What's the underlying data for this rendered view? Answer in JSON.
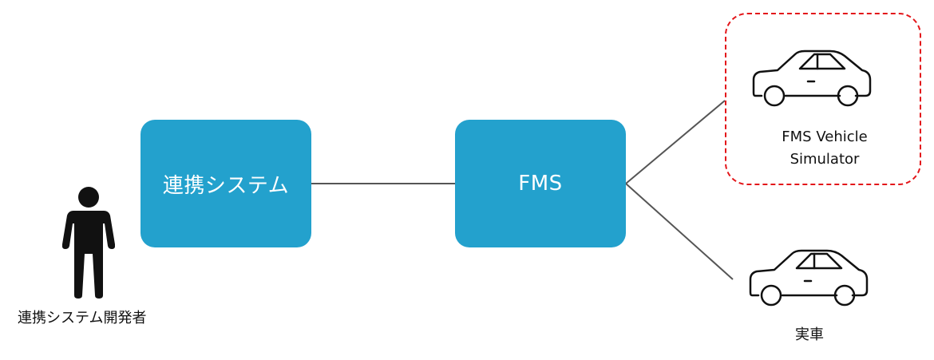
{
  "nodes": {
    "integration_system": {
      "label": "連携システム"
    },
    "fms": {
      "label": "FMS"
    }
  },
  "actor": {
    "label": "連携システム開発者",
    "icon": "person-icon"
  },
  "vehicles": {
    "simulator": {
      "label_line1": "FMS Vehicle",
      "label_line2": "Simulator",
      "icon": "car-icon"
    },
    "real": {
      "label": "実車",
      "icon": "car-icon"
    }
  },
  "colors": {
    "box_fill": "#23a1cd",
    "connector": "#555555",
    "highlight_dash": "#e3161a",
    "icon": "#111111"
  }
}
